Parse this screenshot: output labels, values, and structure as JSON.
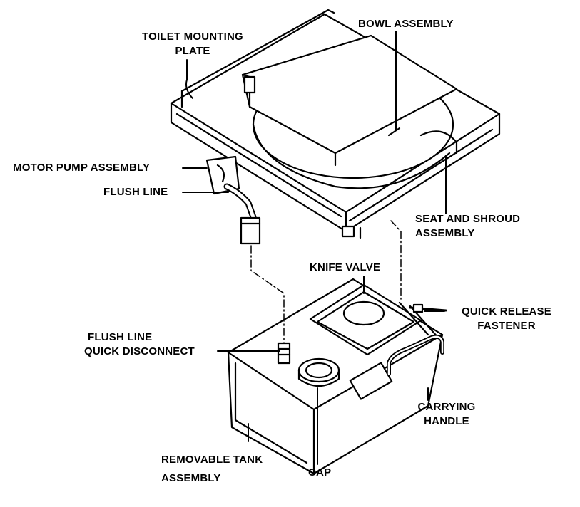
{
  "colors": {
    "ink": "#000000",
    "background": "#ffffff"
  },
  "labels": {
    "toilet_mounting_plate": [
      "TOILET MOUNTING",
      "PLATE"
    ],
    "bowl_assembly": "BOWL ASSEMBLY",
    "motor_pump_assembly": "MOTOR PUMP ASSEMBLY",
    "flush_line": "FLUSH LINE",
    "seat_and_shroud_assembly": [
      "SEAT AND SHROUD",
      "ASSEMBLY"
    ],
    "knife_valve": "KNIFE VALVE",
    "quick_release_fastener": [
      "QUICK RELEASE",
      "FASTENER"
    ],
    "flush_line_quick_disconnect": [
      "FLUSH LINE",
      "QUICK DISCONNECT"
    ],
    "carrying_handle": [
      "CARRYING",
      "HANDLE"
    ],
    "removable_tank_assembly": [
      "REMOVABLE TANK",
      "ASSEMBLY"
    ],
    "cap": "CAP"
  }
}
